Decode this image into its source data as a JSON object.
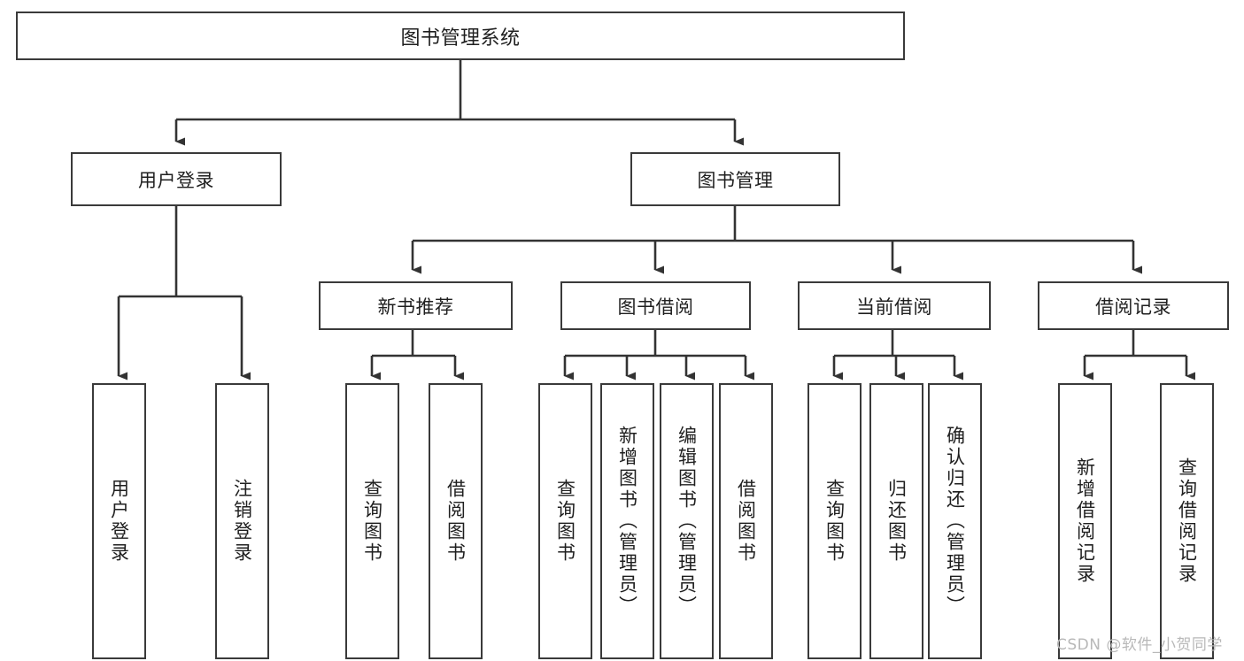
{
  "diagram": {
    "title": "图书管理系统",
    "type": "功能结构图",
    "watermark": "CSDN @软件_小贺同学",
    "colors": {
      "node_border": "#3a3a3a",
      "node_fill": "#ffffff",
      "connector": "#333333",
      "text": "#1f1f1f",
      "watermark": "#b8b8b8",
      "background": "#ffffff"
    },
    "root": {
      "label": "图书管理系统"
    },
    "level1": [
      {
        "id": "user-login",
        "label": "用户登录"
      },
      {
        "id": "book-manage",
        "label": "图书管理"
      }
    ],
    "level2": [
      {
        "id": "new-book-recommend",
        "label": "新书推荐",
        "parent": "book-manage"
      },
      {
        "id": "book-borrow",
        "label": "图书借阅",
        "parent": "book-manage"
      },
      {
        "id": "current-borrow",
        "label": "当前借阅",
        "parent": "book-manage"
      },
      {
        "id": "borrow-record",
        "label": "借阅记录",
        "parent": "book-manage"
      }
    ],
    "leaves": {
      "user_login": [
        {
          "id": "leaf-user-login",
          "label": "用户登录"
        },
        {
          "id": "leaf-logout",
          "label": "注销登录"
        }
      ],
      "new_book_recommend": [
        {
          "id": "leaf-query-book-1",
          "label": "查询图书"
        },
        {
          "id": "leaf-borrow-book-1",
          "label": "借阅图书"
        }
      ],
      "book_borrow": [
        {
          "id": "leaf-query-book-2",
          "label": "查询图书"
        },
        {
          "id": "leaf-add-book",
          "label": "新增图书（管理员）"
        },
        {
          "id": "leaf-edit-book",
          "label": "编辑图书（管理员）"
        },
        {
          "id": "leaf-borrow-book-2",
          "label": "借阅图书"
        }
      ],
      "current_borrow": [
        {
          "id": "leaf-query-book-3",
          "label": "查询图书"
        },
        {
          "id": "leaf-return-book",
          "label": "归还图书"
        },
        {
          "id": "leaf-confirm-return",
          "label": "确认归还（管理员）"
        }
      ],
      "borrow_record": [
        {
          "id": "leaf-add-record",
          "label": "新增借阅记录"
        },
        {
          "id": "leaf-query-record",
          "label": "查询借阅记录"
        }
      ]
    }
  },
  "chart_data": {
    "type": "tree",
    "title": "图书管理系统",
    "nodes": [
      {
        "id": "root",
        "label": "图书管理系统",
        "level": 0,
        "parent": null
      },
      {
        "id": "user-login",
        "label": "用户登录",
        "level": 1,
        "parent": "root"
      },
      {
        "id": "book-manage",
        "label": "图书管理",
        "level": 1,
        "parent": "root"
      },
      {
        "id": "leaf-user-login",
        "label": "用户登录",
        "level": 2,
        "parent": "user-login"
      },
      {
        "id": "leaf-logout",
        "label": "注销登录",
        "level": 2,
        "parent": "user-login"
      },
      {
        "id": "new-book-recommend",
        "label": "新书推荐",
        "level": 2,
        "parent": "book-manage"
      },
      {
        "id": "book-borrow",
        "label": "图书借阅",
        "level": 2,
        "parent": "book-manage"
      },
      {
        "id": "current-borrow",
        "label": "当前借阅",
        "level": 2,
        "parent": "book-manage"
      },
      {
        "id": "borrow-record",
        "label": "借阅记录",
        "level": 2,
        "parent": "book-manage"
      },
      {
        "id": "leaf-query-book-1",
        "label": "查询图书",
        "level": 3,
        "parent": "new-book-recommend"
      },
      {
        "id": "leaf-borrow-book-1",
        "label": "借阅图书",
        "level": 3,
        "parent": "new-book-recommend"
      },
      {
        "id": "leaf-query-book-2",
        "label": "查询图书",
        "level": 3,
        "parent": "book-borrow"
      },
      {
        "id": "leaf-add-book",
        "label": "新增图书（管理员）",
        "level": 3,
        "parent": "book-borrow"
      },
      {
        "id": "leaf-edit-book",
        "label": "编辑图书（管理员）",
        "level": 3,
        "parent": "book-borrow"
      },
      {
        "id": "leaf-borrow-book-2",
        "label": "借阅图书",
        "level": 3,
        "parent": "book-borrow"
      },
      {
        "id": "leaf-query-book-3",
        "label": "查询图书",
        "level": 3,
        "parent": "current-borrow"
      },
      {
        "id": "leaf-return-book",
        "label": "归还图书",
        "level": 3,
        "parent": "current-borrow"
      },
      {
        "id": "leaf-confirm-return",
        "label": "确认归还（管理员）",
        "level": 3,
        "parent": "current-borrow"
      },
      {
        "id": "leaf-add-record",
        "label": "新增借阅记录",
        "level": 3,
        "parent": "borrow-record"
      },
      {
        "id": "leaf-query-record",
        "label": "查询借阅记录",
        "level": 3,
        "parent": "borrow-record"
      }
    ]
  }
}
